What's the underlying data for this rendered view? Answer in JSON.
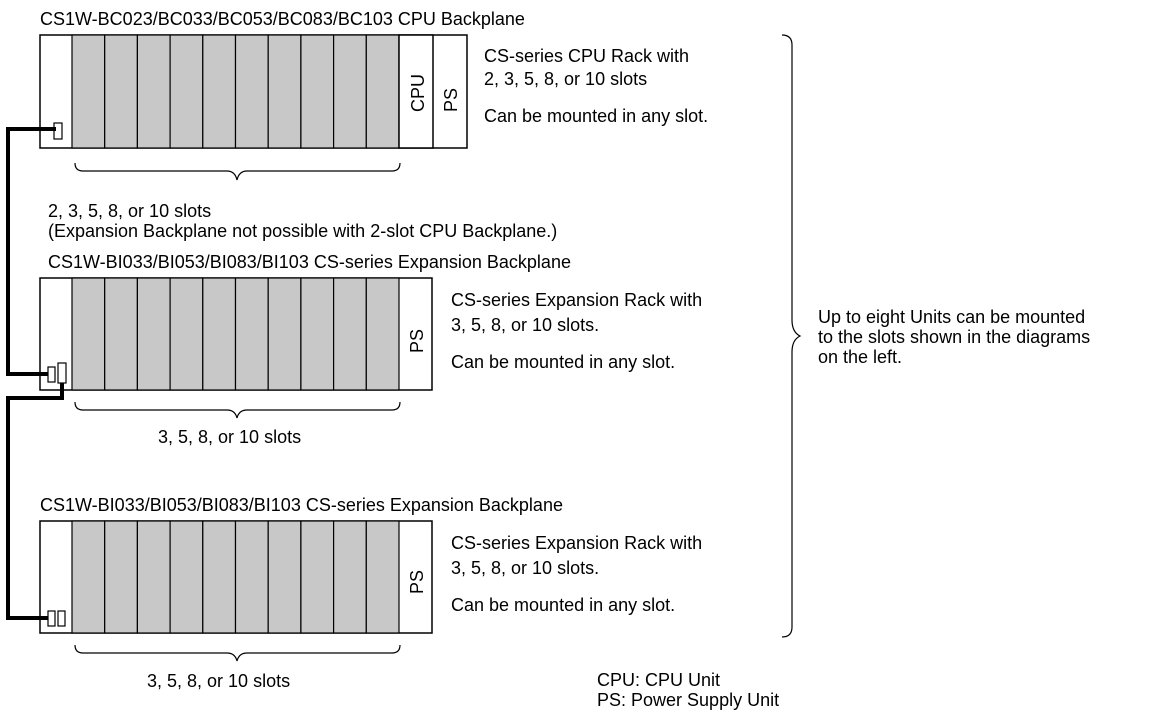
{
  "cpu_rack": {
    "title": "CS1W-BC023/BC033/BC053/BC083/BC103 CPU Backplane",
    "cpu_label": "CPU",
    "ps_label": "PS",
    "desc_line1": "CS-series CPU Rack with",
    "desc_line2": "2, 3, 5, 8, or 10 slots",
    "desc_line3": "Can be mounted in any slot.",
    "slots_line1": "2, 3, 5, 8, or 10 slots",
    "slots_line2": "(Expansion Backplane not possible with 2-slot CPU Backplane.)"
  },
  "expansion_rack_1": {
    "title": "CS1W-BI033/BI053/BI083/BI103 CS-series Expansion Backplane",
    "ps_label": "PS",
    "desc_line1": "CS-series Expansion Rack with",
    "desc_line2": "3, 5, 8, or 10 slots.",
    "desc_line3": "Can be mounted in any slot.",
    "slots_label": "3, 5, 8, or 10 slots"
  },
  "expansion_rack_2": {
    "title": "CS1W-BI033/BI053/BI083/BI103 CS-series Expansion Backplane",
    "ps_label": "PS",
    "desc_line1": "CS-series Expansion Rack with",
    "desc_line2": "3, 5, 8, or 10 slots.",
    "desc_line3": "Can be mounted in any slot.",
    "slots_label": "3, 5, 8, or 10 slots"
  },
  "summary": {
    "line1": "Up to eight Units can be mounted",
    "line2": "to the slots shown in the diagrams",
    "line3": "on the left."
  },
  "legend": {
    "cpu": "CPU: CPU Unit",
    "ps": "PS: Power Supply Unit"
  },
  "colors": {
    "slot_fill": "#c8c8c8",
    "outline": "#000000",
    "cable": "#000000"
  }
}
